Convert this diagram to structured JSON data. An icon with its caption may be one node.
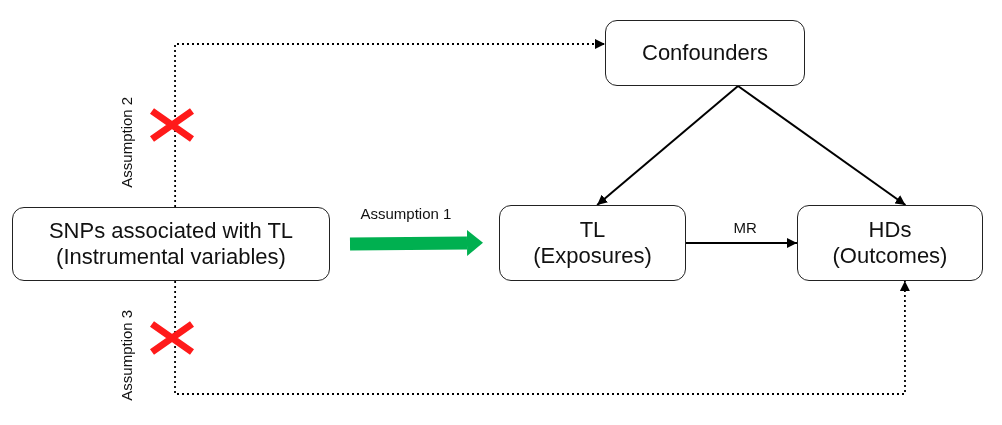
{
  "diagram": {
    "nodes": [
      {
        "text": [
          "SNPs associated with TL (Instrumental variables)"
        ]
      },
      {
        "text": [
          "Confounders"
        ]
      },
      {
        "text": [
          "TL (Exposures)"
        ]
      },
      {
        "text": [
          "HDs (Outcomes)"
        ]
      }
    ],
    "edges": [
      {
        "from": 0,
        "to": 1,
        "arrow": "to",
        "label": "Assumption 2",
        "style": "dashed"
      },
      {
        "from": 0,
        "to": 2,
        "arrow": "to",
        "label": "Assumption 1",
        "style": "thick",
        "color": "#00b050"
      },
      {
        "from": 1,
        "to": 2,
        "arrow": "to"
      },
      {
        "from": 1,
        "to": 3,
        "arrow": "to"
      },
      {
        "from": 2,
        "to": 3,
        "arrow": "to",
        "label": "MR"
      },
      {
        "from": 0,
        "to": 3,
        "arrow": "to",
        "label": "Assumption 3",
        "style": "dashed"
      }
    ]
  }
}
